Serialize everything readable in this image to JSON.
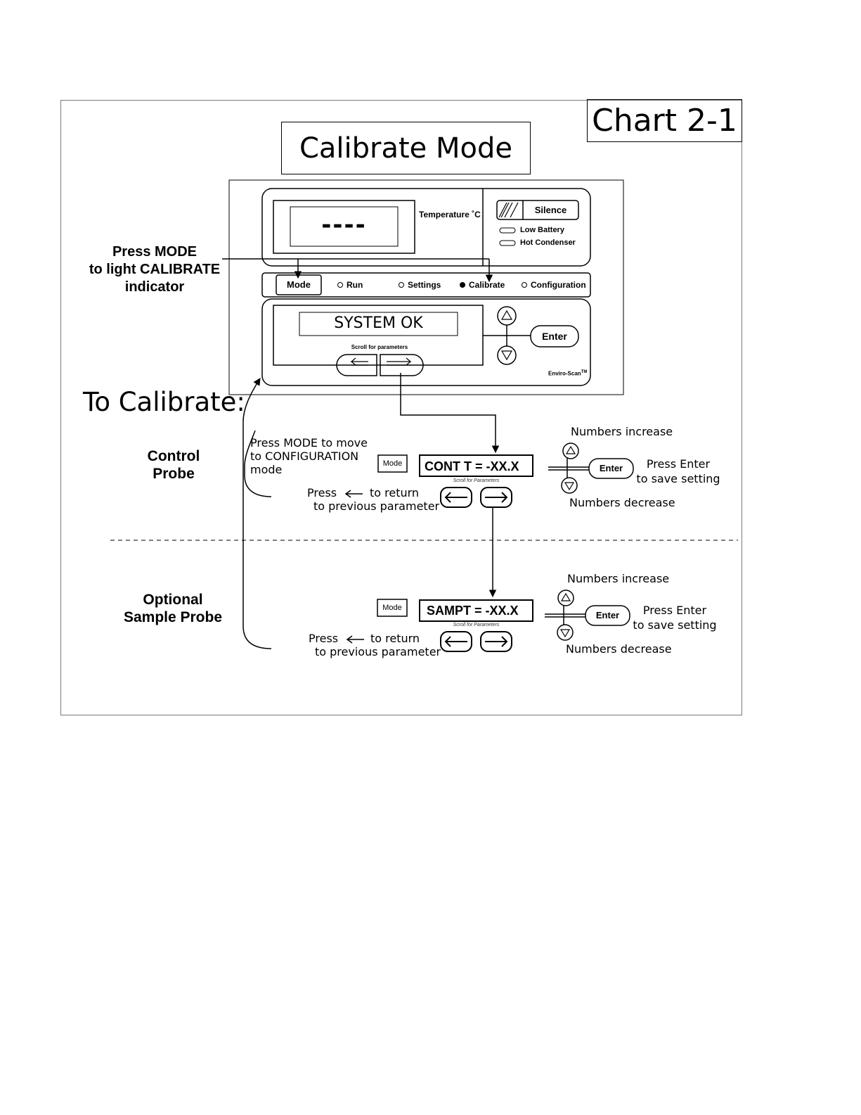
{
  "chart_label": "Chart 2-1",
  "mode_title": "Calibrate Mode",
  "panel": {
    "display_dashes": "----",
    "temperature_label": "Temperature ˚C",
    "silence_label": "Silence",
    "low_battery": "Low Battery",
    "hot_condenser": "Hot Condenser",
    "mode_button": "Mode",
    "indicators": [
      "Run",
      "Settings",
      "Calibrate",
      "Configuration"
    ],
    "active_indicator": "Calibrate",
    "lcd_text": "SYSTEM OK",
    "scroll_label": "Scroll for parameters",
    "enter_label": "Enter",
    "brand": "Enviro-Scan",
    "brand_tm": "TM"
  },
  "press_mode_note": [
    "Press MODE",
    "to light CALIBRATE",
    "indicator"
  ],
  "to_calibrate": "To Calibrate:",
  "control_section": {
    "title": [
      "Control",
      "Probe"
    ],
    "mode_note": [
      "Press MODE to move",
      "to CONFIGURATION",
      "mode"
    ],
    "mode_button": "Mode",
    "display": "CONT T =  -XX.X",
    "scroll_label": "Scroll for Parameters",
    "return_note": [
      "Press",
      "to return",
      "to previous parameter"
    ],
    "numbers_increase": "Numbers increase",
    "numbers_decrease": "Numbers decrease",
    "enter_label": "Enter",
    "enter_note": [
      "Press Enter",
      "to save setting"
    ]
  },
  "sample_section": {
    "title": [
      "Optional",
      "Sample Probe"
    ],
    "mode_button": "Mode",
    "display": "SAMPT = -XX.X",
    "scroll_label": "Scroll for Parameters",
    "return_note": [
      "Press",
      "to return",
      "to previous parameter"
    ],
    "numbers_increase": "Numbers increase",
    "numbers_decrease": "Numbers decrease",
    "enter_label": "Enter",
    "enter_note": [
      "Press Enter",
      "to save setting"
    ]
  }
}
